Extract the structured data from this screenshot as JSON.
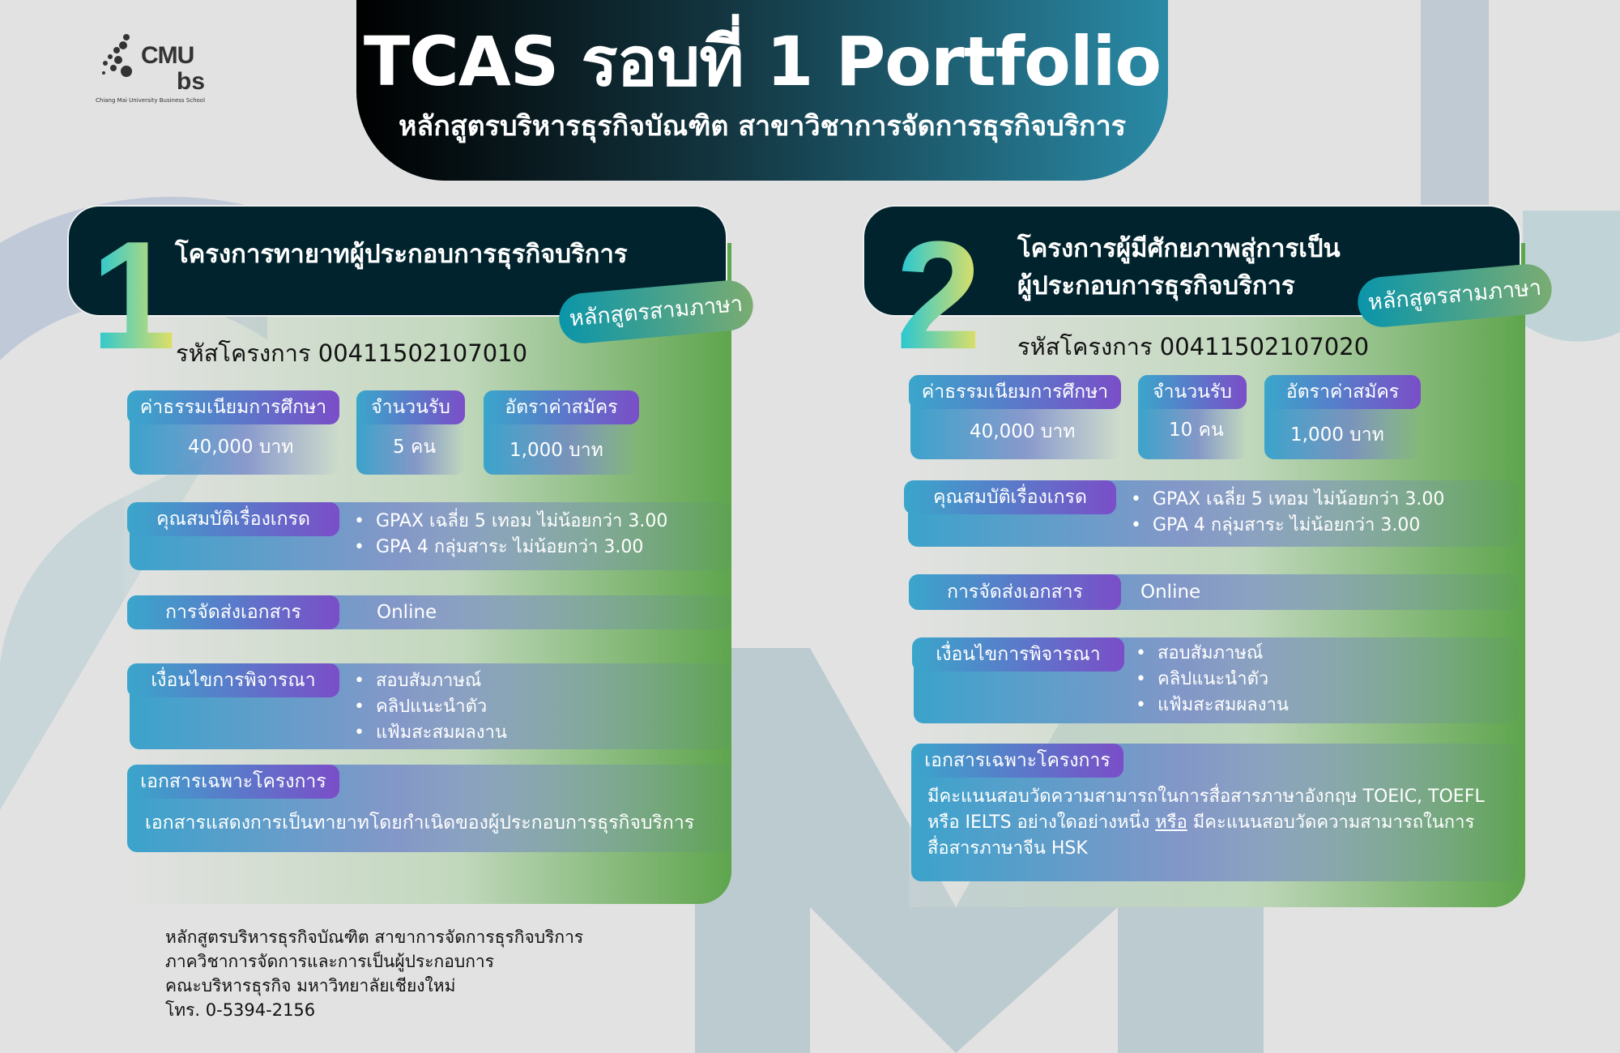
{
  "logo": {
    "name": "CMU",
    "sub": "bs",
    "tagline": "Chiang Mai University Business School"
  },
  "header": {
    "title": "TCAS รอบที่ 1 Portfolio",
    "subtitle": "หลักสูตรบริหารธุรกิจบัณฑิต สาขาวิชาการจัดการธุรกิจบริการ"
  },
  "cards": [
    {
      "number": "1",
      "title_line1": "โครงการทายาทผู้ประกอบการธุรกิจบริการ",
      "title_line2": "",
      "badge": "หลักสูตรสามภาษา",
      "code": "รหัสโครงการ 00411502107010",
      "fee_label": "ค่าธรรมเนียมการศึกษา",
      "fee": "40,000 บาท",
      "seats_label": "จำนวนรับ",
      "seats": "5 คน",
      "app_label": "อัตราค่าสมัคร",
      "app_fee": "1,000 บาท",
      "grade_label": "คุณสมบัติเรื่องเกรด",
      "grades": [
        "GPAX เฉลี่ย 5 เทอม ไม่น้อยกว่า 3.00",
        "GPA 4 กลุ่มสาระ ไม่น้อยกว่า 3.00"
      ],
      "delivery_label": "การจัดส่งเอกสาร",
      "delivery": "Online",
      "cond_label": "เงื่อนไขการพิจารณา",
      "conditions": [
        "สอบสัมภาษณ์",
        "คลิปแนะนำตัว",
        "แฟ้มสะสมผลงาน"
      ],
      "docs_label": "เอกสารเฉพาะโครงการ",
      "docs": "เอกสารแสดงการเป็นทายาทโดยกำเนิดของผู้ประกอบการธุรกิจบริการ"
    },
    {
      "number": "2",
      "title_line1": "โครงการผู้มีศักยภาพสู่การเป็น",
      "title_line2": "ผู้ประกอบการธุรกิจบริการ",
      "badge": "หลักสูตรสามภาษา",
      "code": "รหัสโครงการ 00411502107020",
      "fee_label": "ค่าธรรมเนียมการศึกษา",
      "fee": "40,000 บาท",
      "seats_label": "จำนวนรับ",
      "seats": "10 คน",
      "app_label": "อัตราค่าสมัคร",
      "app_fee": "1,000 บาท",
      "grade_label": "คุณสมบัติเรื่องเกรด",
      "grades": [
        "GPAX เฉลี่ย 5 เทอม ไม่น้อยกว่า 3.00",
        "GPA 4 กลุ่มสาระ ไม่น้อยกว่า 3.00"
      ],
      "delivery_label": "การจัดส่งเอกสาร",
      "delivery": "Online",
      "cond_label": "เงื่อนไขการพิจารณา",
      "conditions": [
        "สอบสัมภาษณ์",
        "คลิปแนะนำตัว",
        "แฟ้มสะสมผลงาน"
      ],
      "docs_label": "เอกสารเฉพาะโครงการ",
      "docs_a": "มีคะแนนสอบวัดความสามารถในการสื่อสารภาษาอังกฤษ TOEIC, TOEFL",
      "docs_b": "หรือ IELTS อย่างใดอย่างหนึ่ง",
      "docs_or": "หรือ",
      "docs_c": "มีคะแนนสอบวัดความสามารถในการ",
      "docs_d": "สื่อสารภาษาจีน HSK"
    }
  ],
  "footer": [
    "หลักสูตรบริหารธุรกิจบัณฑิต สาขาการจัดการธุรกิจบริการ",
    "ภาควิชาการจัดการและการเป็นผู้ประกอบการ",
    "คณะบริหารธุรกิจ มหาวิทยาลัยเชียงใหม่",
    "โทร. 0-5394-2156"
  ],
  "colors": {
    "background": "#e2e2e2",
    "dark": "#00232d",
    "pill_start": "#3aa6cb",
    "pill_end": "#7a4ec8",
    "green": "#5ea54d"
  }
}
